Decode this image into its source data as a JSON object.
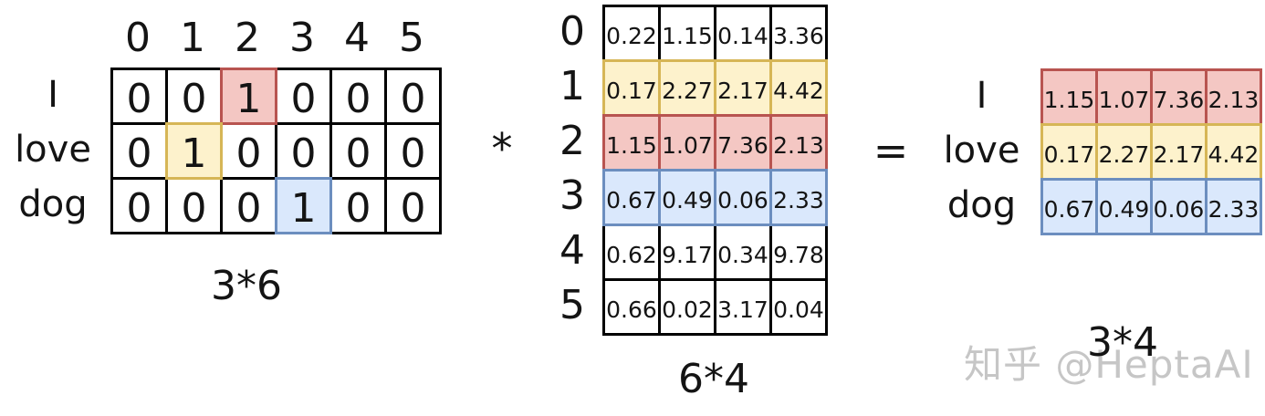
{
  "operators": {
    "multiply": "*",
    "equals": "="
  },
  "colors": {
    "red_fill": "#f4c7c3",
    "red_border": "#b85450",
    "yellow_fill": "#fdf2cc",
    "yellow_border": "#d6b656",
    "blue_fill": "#dae8fc",
    "blue_border": "#6c8ebf",
    "grid_border": "#000000",
    "watermark_gray": "#c6c6c6"
  },
  "left_matrix": {
    "column_headers": [
      "0",
      "1",
      "2",
      "3",
      "4",
      "5"
    ],
    "row_labels": [
      "I",
      "love",
      "dog"
    ],
    "rows": [
      {
        "hl": null,
        "cells": [
          {
            "v": "0"
          },
          {
            "v": "0"
          },
          {
            "v": "1",
            "hl": "red"
          },
          {
            "v": "0"
          },
          {
            "v": "0"
          },
          {
            "v": "0"
          }
        ]
      },
      {
        "hl": null,
        "cells": [
          {
            "v": "0"
          },
          {
            "v": "1",
            "hl": "yellow"
          },
          {
            "v": "0"
          },
          {
            "v": "0"
          },
          {
            "v": "0"
          },
          {
            "v": "0"
          }
        ]
      },
      {
        "hl": null,
        "cells": [
          {
            "v": "0"
          },
          {
            "v": "0"
          },
          {
            "v": "0"
          },
          {
            "v": "1",
            "hl": "blue"
          },
          {
            "v": "0"
          },
          {
            "v": "0"
          }
        ]
      }
    ],
    "dim_label": "3*6"
  },
  "middle_matrix": {
    "row_labels": [
      "0",
      "1",
      "2",
      "3",
      "4",
      "5"
    ],
    "rows": [
      {
        "hl": null,
        "cells": [
          "0.22",
          "1.15",
          "0.14",
          "3.36"
        ]
      },
      {
        "hl": "yellow",
        "cells": [
          "0.17",
          "2.27",
          "2.17",
          "4.42"
        ]
      },
      {
        "hl": "red",
        "cells": [
          "1.15",
          "1.07",
          "7.36",
          "2.13"
        ]
      },
      {
        "hl": "blue",
        "cells": [
          "0.67",
          "0.49",
          "0.06",
          "2.33"
        ]
      },
      {
        "hl": null,
        "cells": [
          "0.62",
          "9.17",
          "0.34",
          "9.78"
        ]
      },
      {
        "hl": null,
        "cells": [
          "0.66",
          "0.02",
          "3.17",
          "0.04"
        ]
      }
    ],
    "dim_label": "6*4"
  },
  "result_matrix": {
    "row_labels": [
      "I",
      "love",
      "dog"
    ],
    "rows": [
      {
        "hl": "red",
        "cells": [
          "1.15",
          "1.07",
          "7.36",
          "2.13"
        ]
      },
      {
        "hl": "yellow",
        "cells": [
          "0.17",
          "2.27",
          "2.17",
          "4.42"
        ]
      },
      {
        "hl": "blue",
        "cells": [
          "0.67",
          "0.49",
          "0.06",
          "2.33"
        ]
      }
    ],
    "dim_label": "3*4"
  },
  "watermark": "知乎 @HeptaAI"
}
